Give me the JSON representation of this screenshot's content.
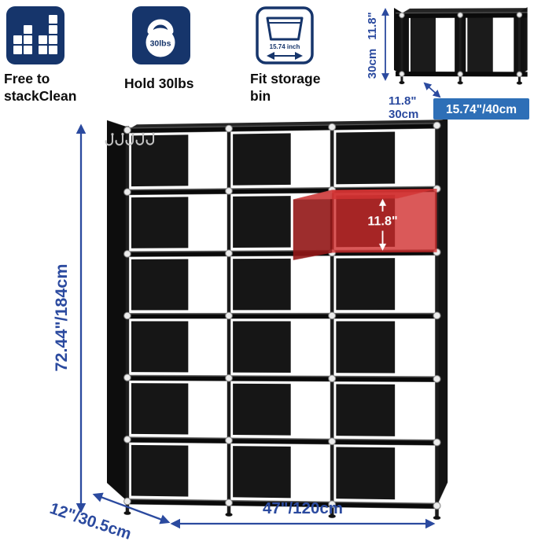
{
  "colors": {
    "dimension_blue": "#2b4a9f",
    "badge_blue": "#2e6fb7",
    "icon_navy": "#16356b",
    "highlight_red": "#c22727"
  },
  "features": {
    "stack": {
      "line1": "Free to",
      "line2": "stackClean"
    },
    "weight": {
      "label": "Hold 30lbs",
      "icon_text": "30lbs"
    },
    "bin": {
      "line1": "Fit storage",
      "line2": "bin",
      "icon_text": "15.74 inch"
    }
  },
  "small_unit": {
    "height_in": "11.8\"",
    "height_cm": "30cm",
    "depth_in": "11.8\"",
    "depth_cm": "30cm",
    "width_badge": "15.74\"/40cm"
  },
  "main_unit": {
    "height": "72.44\"/184cm",
    "width": "47\"/120cm",
    "depth": "12\"/30.5cm",
    "cube_height": "11.8\""
  }
}
